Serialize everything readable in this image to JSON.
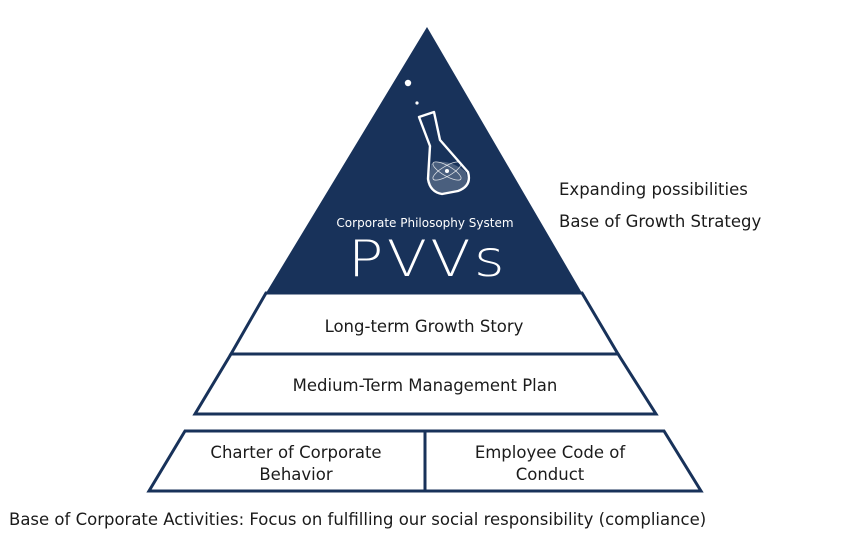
{
  "pyramid": {
    "top": {
      "subtitle": "Corporate Philosophy System",
      "title": "PVVs",
      "icon": "flask-icon"
    },
    "tiers": [
      {
        "label": "Long-term Growth Story"
      },
      {
        "label": "Medium-Term Management Plan"
      }
    ],
    "base": {
      "left_lines": [
        "Charter of Corporate",
        "Behavior"
      ],
      "right_lines": [
        "Employee Code of",
        "Conduct"
      ]
    }
  },
  "side_notes": [
    "Expanding possibilities",
    "Base of Growth Strategy"
  ],
  "caption": "Base of Corporate Activities: Focus on fulfilling our social responsibility (compliance)",
  "colors": {
    "navy": "#18325a",
    "text": "#1b1b1b",
    "background": "#ffffff"
  }
}
